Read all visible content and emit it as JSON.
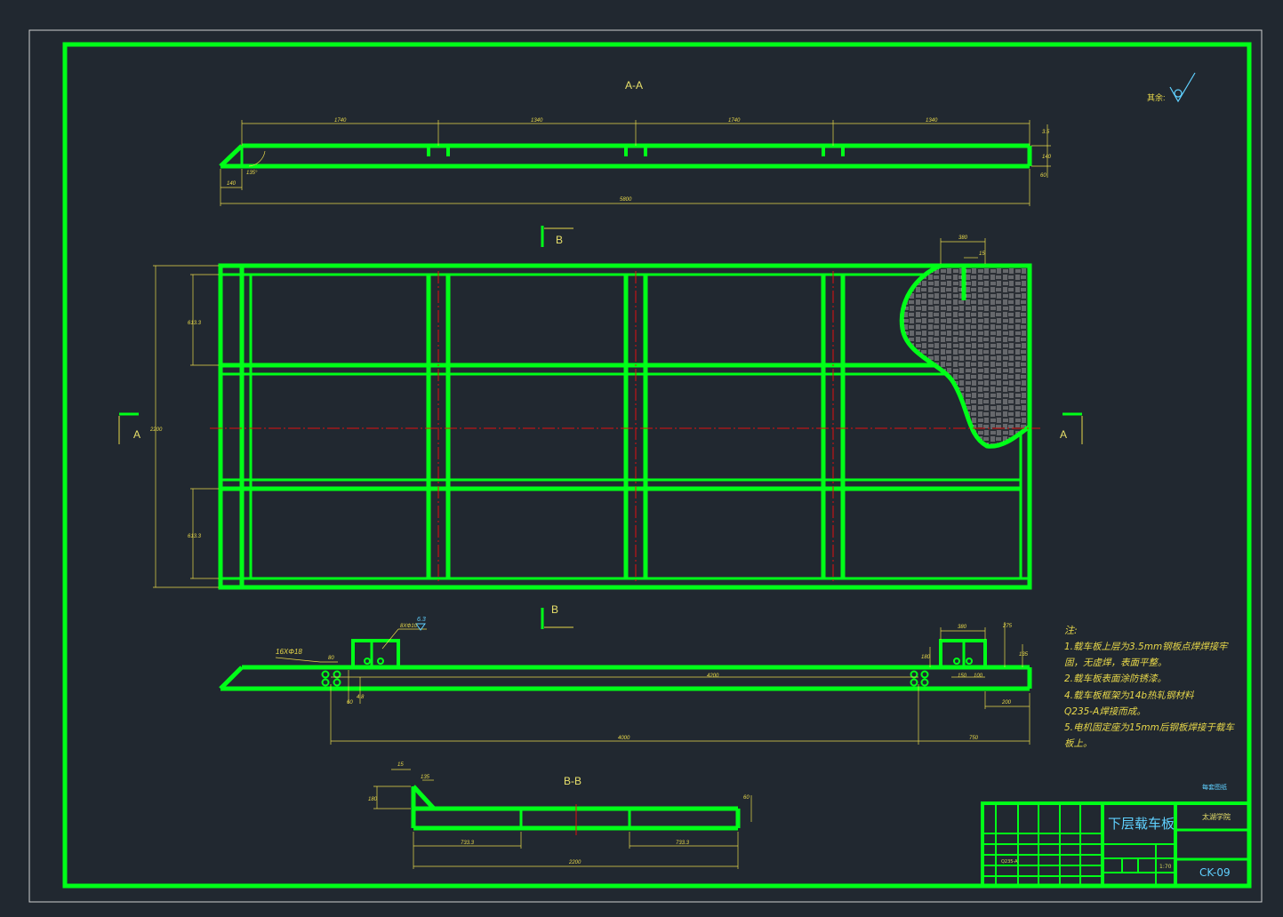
{
  "views": {
    "section_aa": "A-A",
    "section_bb": "B-B",
    "cut_a_left": "A",
    "cut_a_right": "A",
    "cut_b_top": "B",
    "cut_b_bottom": "B"
  },
  "dims": {
    "aa_1": "1740",
    "aa_2": "1340",
    "aa_3": "1740",
    "aa_4": "1340",
    "aa_total": "5800",
    "aa_left": "140",
    "aa_angle": "135°",
    "aa_r1": "3.5",
    "aa_r2": "140",
    "aa_r3": "60",
    "plan_h1": "613.3",
    "plan_total": "2200",
    "plan_h2": "613.3",
    "plan_top1": "380",
    "plan_top2": "15",
    "side_hole": "16XΦ18",
    "side_bolt": "8XΦ10",
    "side_weld": "6.3",
    "side_80": "80",
    "side_60": "60",
    "side_4_8": "4.8",
    "side_4200": "4200",
    "side_4000": "4000",
    "side_750": "750",
    "side_380": "380",
    "side_275": "275",
    "side_135": "135",
    "side_150": "150",
    "side_100": "100",
    "side_200": "200",
    "side_180": "180",
    "bb_15": "15",
    "bb_135": "135",
    "bb_180": "180",
    "bb_60": "60",
    "bb_l": "733.3",
    "bb_r": "733.3",
    "bb_total": "2200"
  },
  "surface": "其余:",
  "notes": {
    "title": "注:",
    "lines": [
      "1.载车板上层为3.5mm钢板点焊焊接牢",
      "固，无虚焊，表面平整。",
      "2.载车板表面涂防锈漆。",
      "4.载车板框架为14b热轧钢材料",
      "Q235-A焊接而成。",
      "5.电机固定座为15mm后钢板焊接于载车",
      "板上。"
    ]
  },
  "title_block": {
    "part_name": "下层载车板",
    "school": "太湖学院",
    "drawing_no": "CK-09",
    "sheet_note": "每套图纸",
    "scale": "1:70",
    "material": "Q235-A"
  },
  "colors": {
    "background": "#212830",
    "outline": "#00ff18",
    "dimension": "#e8d84a",
    "centerline": "#e01010",
    "title": "#5fd0ff"
  }
}
